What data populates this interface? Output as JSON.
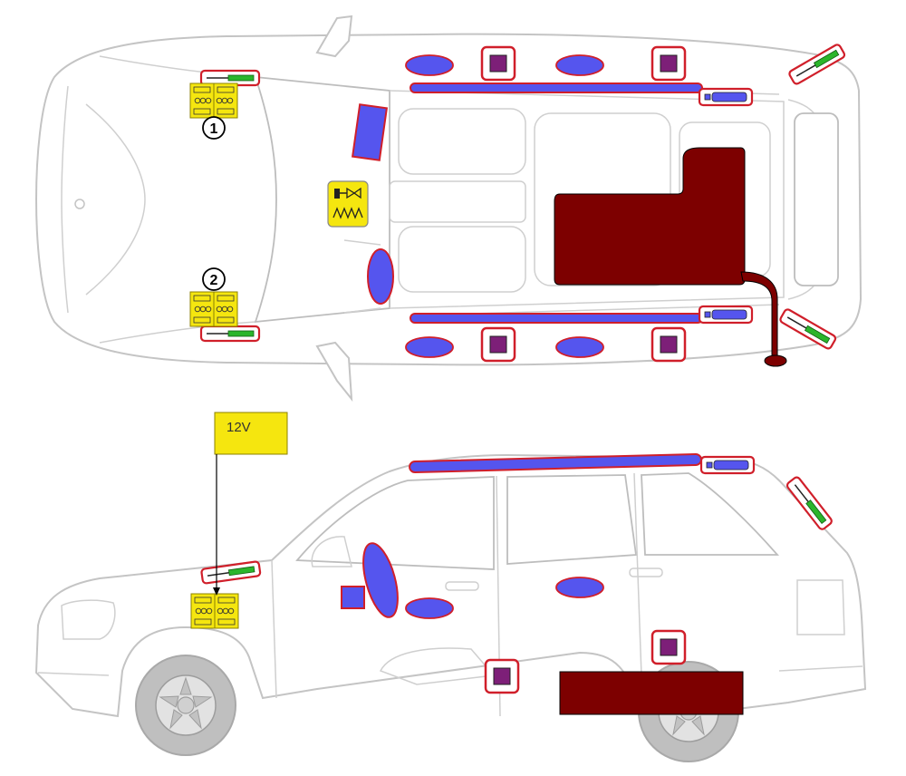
{
  "labels": {
    "battery_voltage": "12V",
    "battery_1": "1",
    "battery_2": "2"
  },
  "colors": {
    "airbag": "#5555ee",
    "airbag_outline": "#d01f2a",
    "gas_strut": "#2bb52b",
    "sensor": "#7d1f78",
    "fuel_tank": "#7d0000",
    "battery": "#f5e60f",
    "car_outline": "#c4c4c4"
  },
  "icons": {
    "airbag": "airbag-icon",
    "side_curtain_inflator": "inflator-cylinder-icon",
    "sensor": "crash-sensor-icon",
    "gas_strut": "gas-strut-icon",
    "battery": "battery-icon",
    "seatbelt_pretensioner": "pretensioner-icon",
    "fuel_tank": "fuel-tank-icon"
  }
}
